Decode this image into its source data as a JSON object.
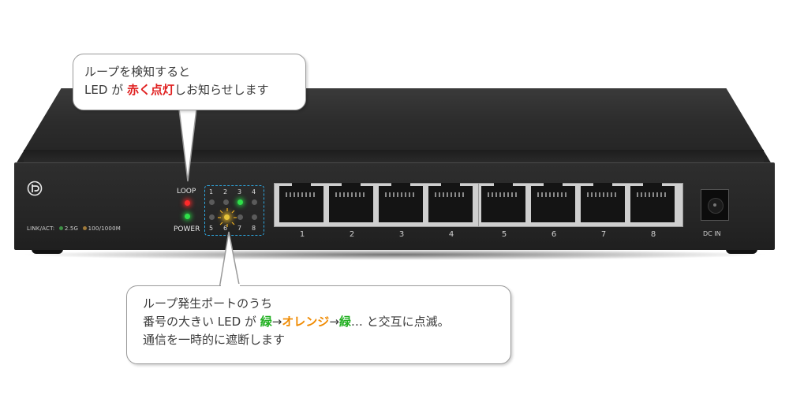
{
  "device": {
    "front_labels": {
      "loop": "LOOP",
      "power": "POWER",
      "dc_in": "DC IN"
    },
    "legend": {
      "prefix": "LINK/ACT:",
      "speed_a": "2.5G",
      "speed_b": "100/1000M"
    },
    "led_port_numbers_top": [
      "1",
      "2",
      "3",
      "4"
    ],
    "led_port_numbers_bottom": [
      "5",
      "6",
      "7",
      "8"
    ],
    "port_numbers": [
      "1",
      "2",
      "3",
      "4",
      "5",
      "6",
      "7",
      "8"
    ],
    "led_states": {
      "loop": "red",
      "power": "green",
      "ports_top": [
        "off",
        "off",
        "green",
        "off"
      ],
      "ports_bottom": [
        "off",
        "orange",
        "off",
        "off"
      ]
    },
    "colors": {
      "body": "#2a2a2a",
      "led_red": "#ff2a2a",
      "led_green": "#2fe04a",
      "led_orange": "#e6c43a",
      "highlight_box": "#2ea7e0"
    },
    "logo_icon": "tp-link-logo-icon"
  },
  "callout_top": {
    "line1": "ループを検知すると",
    "line2_a": "LED が",
    "line2_red": "赤く点灯",
    "line2_b": "しお知らせします"
  },
  "callout_bottom": {
    "line1": "ループ発生ポートのうち",
    "line2_a": "番号の大きい LED が ",
    "line2_green1": "緑",
    "line2_arrow1": "→",
    "line2_orange": "オレンジ",
    "line2_arrow2": "→",
    "line2_green2": "緑",
    "line2_b": "… と交互に点滅。",
    "line3": "通信を一時的に遮断します"
  }
}
